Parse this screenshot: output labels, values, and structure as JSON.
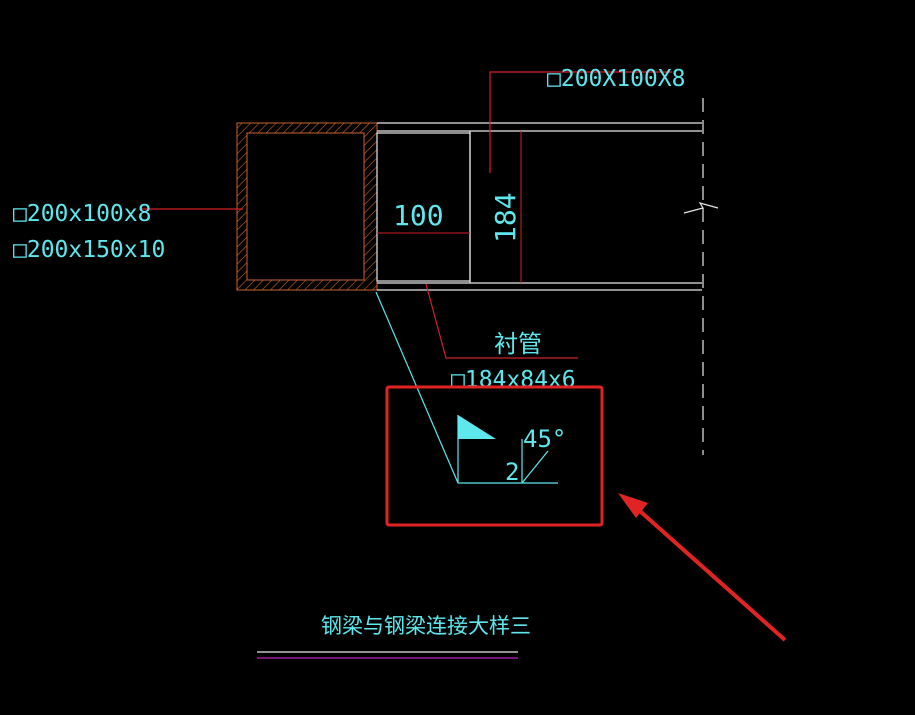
{
  "drawing": {
    "labels": {
      "section_top": "□200X100X8",
      "section_left_1": "□200x100x8",
      "section_left_2": "□200x150x10",
      "dim_width": "100",
      "dim_height": "184",
      "liner_title": "衬管",
      "liner_spec": "□184x84x6",
      "weld_size": "2",
      "weld_angle": "45°",
      "caption": "钢梁与钢梁连接大样三"
    },
    "colors": {
      "background": "#000000",
      "annotation_cyan": "#5ee8ee",
      "leader_red": "#d0202a",
      "hatch_orange": "#c86430",
      "line_white": "#e8e8e8",
      "highlight_red": "#e02424",
      "underline_magenta": "#c020c0"
    }
  }
}
